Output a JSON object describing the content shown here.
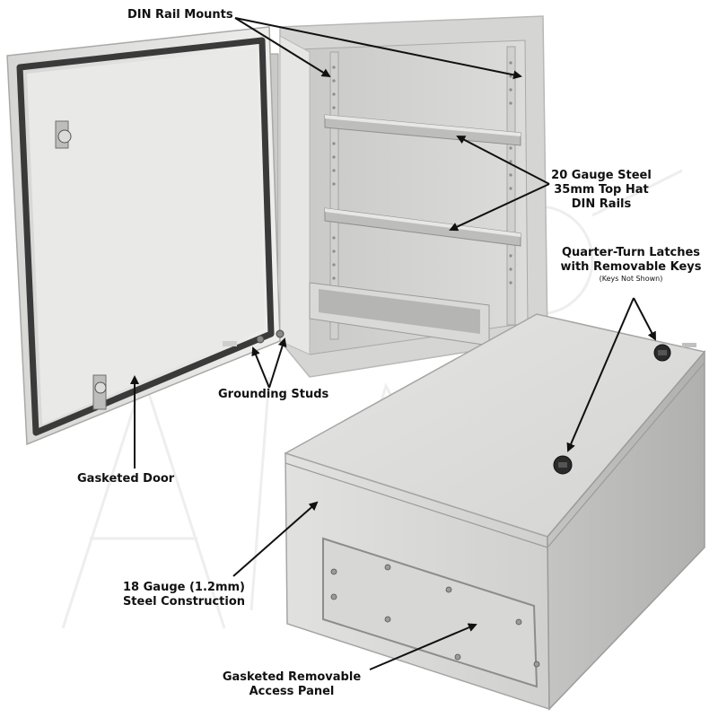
{
  "callouts": {
    "din_rail_mounts": "DIN Rail Mounts",
    "din_rails_line1": "20 Gauge Steel",
    "din_rails_line2": "35mm Top Hat",
    "din_rails_line3": "DIN Rails",
    "latches_line1": "Quarter-Turn Latches",
    "latches_line2": "with Removable Keys",
    "latches_note": "(Keys Not Shown)",
    "grounding_studs": "Grounding Studs",
    "gasketed_door": "Gasketed Door",
    "steel_line1": "18 Gauge (1.2mm)",
    "steel_line2": "Steel Construction",
    "access_line1": "Gasketed Removable",
    "access_line2": "Access Panel"
  },
  "colors": {
    "enclosure_light": "#e3e3e1",
    "enclosure_mid": "#cfcfcd",
    "enclosure_dark": "#b4b4b2",
    "gasket": "#3a3a3a",
    "arrow": "#111111"
  },
  "watermark": {
    "text": "ALTELIX"
  }
}
